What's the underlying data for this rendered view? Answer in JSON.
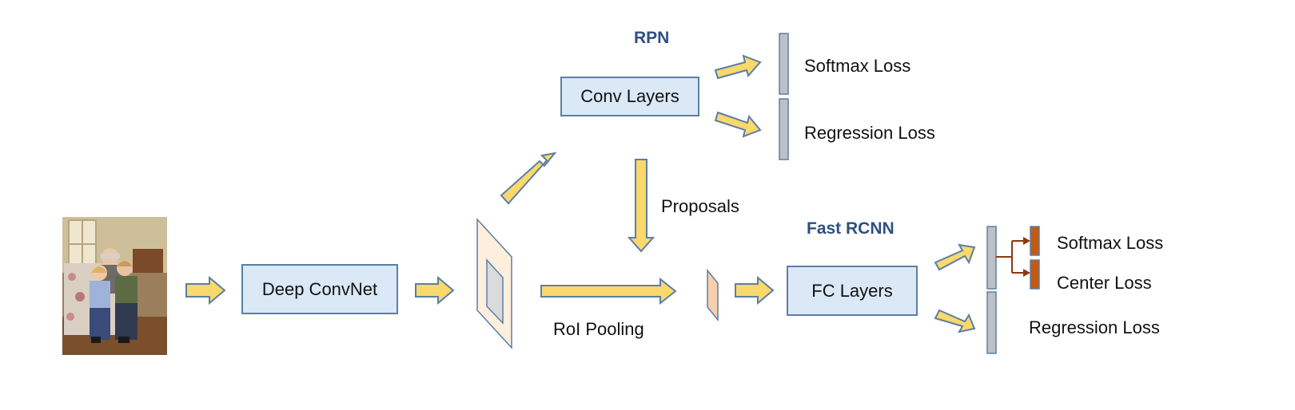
{
  "rpn": {
    "title": "RPN",
    "conv_layers": "Conv Layers",
    "softmax_loss": "Softmax Loss",
    "regression_loss": "Regression Loss"
  },
  "backbone": {
    "deep_convnet": "Deep ConvNet"
  },
  "proposals_label": "Proposals",
  "roi_pooling_label": "RoI Pooling",
  "fast_rcnn": {
    "title": "Fast RCNN",
    "fc_layers": "FC Layers",
    "softmax_loss": "Softmax Loss",
    "center_loss": "Center Loss",
    "regression_loss": "Regression Loss"
  },
  "colors": {
    "arrow_fill": "#fad86b",
    "arrow_stroke": "#5a7fa5",
    "box_fill": "#dbe8f6",
    "box_border": "#5a7fa5",
    "feature_map_fill": "#fdeedd",
    "roi_feature_fill": "#f7cfae",
    "loss_bar_gray": "#bcc1c7",
    "center_bar_orange": "#c55a11",
    "title_blue": "#2f4f7f"
  }
}
